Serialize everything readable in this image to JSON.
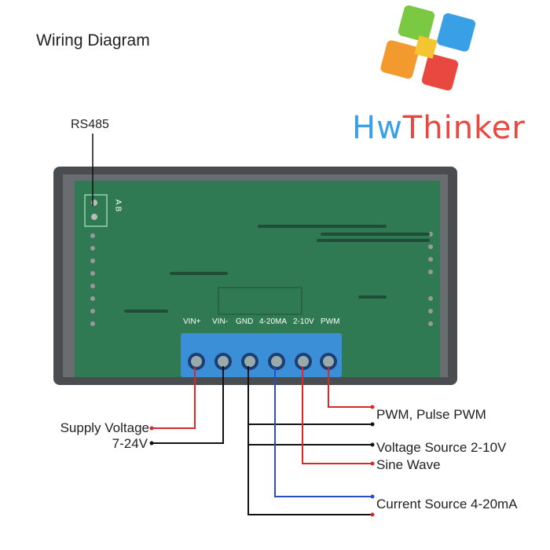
{
  "title": "Wiring Diagram",
  "rs485": "RS485",
  "pins_ab": "A B",
  "brand": {
    "part1": "Hw",
    "part2": "Thinker"
  },
  "terminals": [
    "VIN+",
    "VIN-",
    "GND",
    "4-20MA",
    "2-10V",
    "PWM"
  ],
  "labels": {
    "supply": "Supply Voltage",
    "supply_range": "7-24V",
    "pwm": "PWM, Pulse  PWM",
    "voltage": "Voltage Source 2-10V",
    "sine": "Sine Wave",
    "current": "Current Source 4-20mA"
  },
  "colors": {
    "red": "#d42a2a",
    "black": "#111111",
    "blue": "#2a4fc4",
    "pcb": "#2f7a52",
    "terminal": "#3b8fd6"
  }
}
